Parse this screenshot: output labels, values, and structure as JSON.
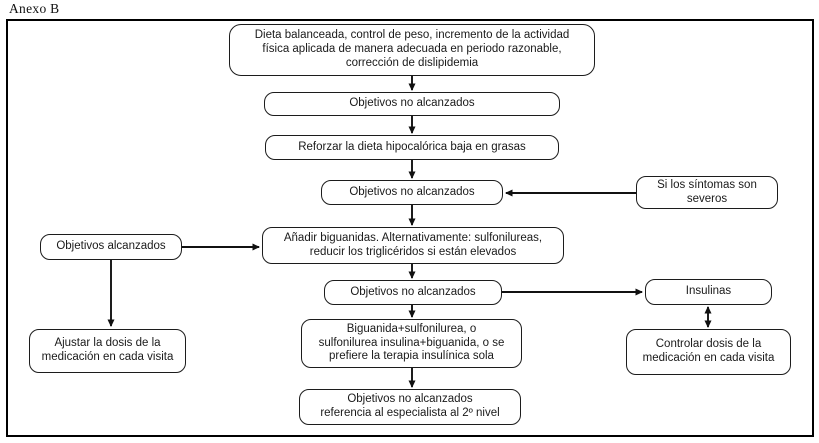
{
  "page": {
    "title": "Anexo B"
  },
  "flowchart": {
    "nodes": {
      "dieta": "Dieta balanceada, control de peso, incremento de la actividad\nfísica aplicada de manera adecuada en periodo razonable,\ncorrección de dislipidemia",
      "objetivos1": "Objetivos no alcanzados",
      "reforzar": "Reforzar la dieta hipocalórica baja en grasas",
      "objetivos2": "Objetivos no alcanzados",
      "sintomas": "Si los síntomas son\nseveros",
      "objetivos_alcanzados": "Objetivos alcanzados",
      "anadir": "Añadir biguanidas. Alternativamente: sulfonilureas,\nreducir los triglicéridos si están elevados",
      "objetivos3": "Objetivos no alcanzados",
      "insulinas": "Insulinas",
      "biguanida": "Biguanida+sulfonilurea, o\nsulfonilurea insulina+biguanida, o se\nprefiere la terapia insulínica sola",
      "controlar": "Controlar dosis de la\nmedicación en cada visita",
      "ajustar": "Ajustar la dosis de la\nmedicación en cada visita",
      "referencia": "Objetivos no alcanzados\nreferencia al especialista al 2º nivel"
    },
    "colors": {
      "line": "#111111",
      "box_border": "#1c1c1c",
      "text": "#1a1a1a",
      "background": "#ffffff"
    }
  }
}
